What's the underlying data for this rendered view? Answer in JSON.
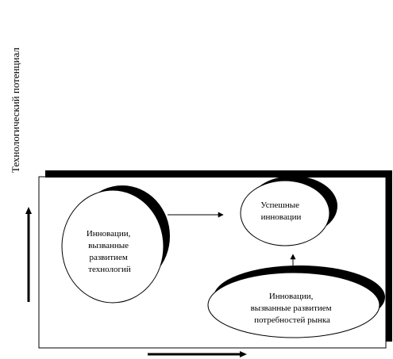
{
  "axes": {
    "y_label": "Технологический потенциал"
  },
  "nodes": {
    "technology": {
      "lines": [
        "Инновации,",
        "вызванные",
        "развитием",
        "технологий"
      ]
    },
    "success": {
      "lines": [
        "Успешные",
        "инновации"
      ]
    },
    "market": {
      "lines": [
        "Инновации,",
        "вызванные развитием",
        "потребностей рынка"
      ]
    }
  },
  "colors": {
    "stroke": "#000000",
    "shadow": "#000000",
    "fill": "#ffffff"
  }
}
